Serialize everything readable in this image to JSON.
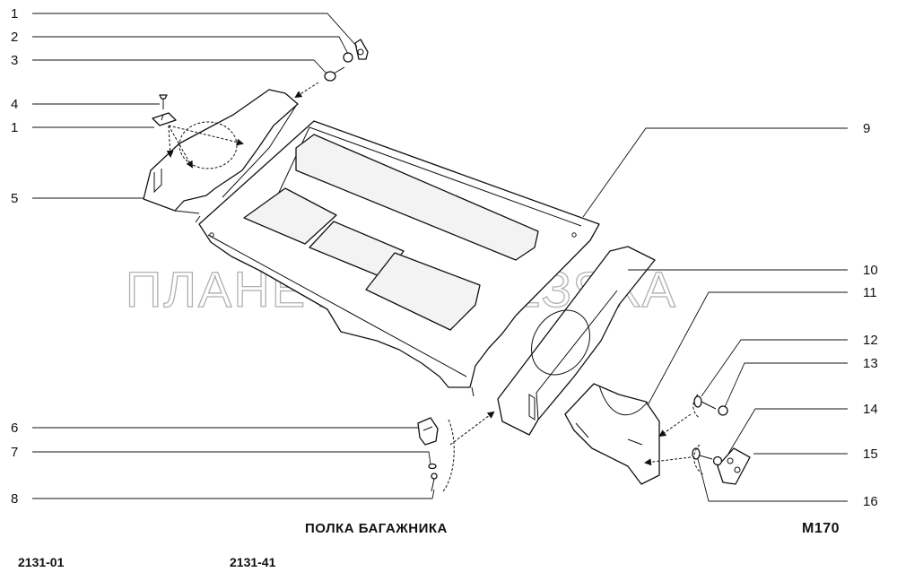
{
  "diagram": {
    "title": "ПОЛКА БАГАЖНИКА",
    "figure_code": "М170",
    "model_variants": [
      "2131-01",
      "2131-41"
    ],
    "watermark": "ПЛАНЕТА ЖЕЛЕЗЯКА",
    "callouts": [
      "1",
      "2",
      "3",
      "4",
      "1",
      "5",
      "6",
      "7",
      "8",
      "9",
      "10",
      "11",
      "12",
      "13",
      "14",
      "15",
      "16"
    ]
  }
}
